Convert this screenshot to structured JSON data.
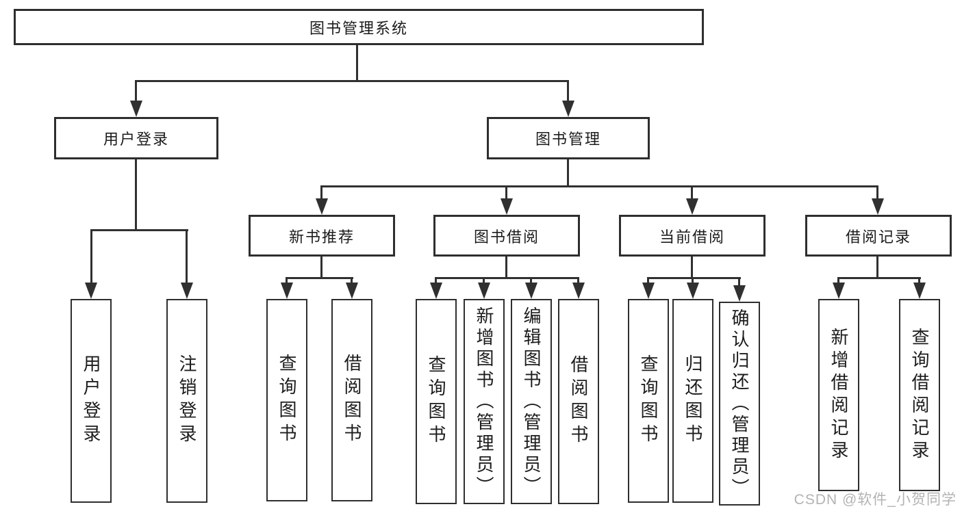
{
  "diagram": {
    "type": "tree",
    "direction": "top-down",
    "colors": {
      "line": "#303030",
      "box_border": "#2e2e2e",
      "text": "#1c1c1c",
      "background": "#ffffff",
      "watermark": "#b3b3b3"
    },
    "tree": {
      "label": "图书管理系统",
      "children": [
        {
          "label": "用户登录",
          "children": [
            {
              "label": "用户登录"
            },
            {
              "label": "注销登录"
            }
          ]
        },
        {
          "label": "图书管理",
          "children": [
            {
              "label": "新书推荐",
              "children": [
                {
                  "label": "查询图书"
                },
                {
                  "label": "借阅图书"
                }
              ]
            },
            {
              "label": "图书借阅",
              "children": [
                {
                  "label": "查询图书"
                },
                {
                  "label": "新增图书（管理员）"
                },
                {
                  "label": "编辑图书（管理员）"
                },
                {
                  "label": "借阅图书"
                }
              ]
            },
            {
              "label": "当前借阅",
              "children": [
                {
                  "label": "查询图书"
                },
                {
                  "label": "归还图书"
                },
                {
                  "label": "确认归还（管理员）"
                }
              ]
            },
            {
              "label": "借阅记录",
              "children": [
                {
                  "label": "新增借阅记录"
                },
                {
                  "label": "查询借阅记录"
                }
              ]
            }
          ]
        }
      ]
    },
    "watermark": {
      "text": "CSDN @软件_小贺同学"
    }
  }
}
